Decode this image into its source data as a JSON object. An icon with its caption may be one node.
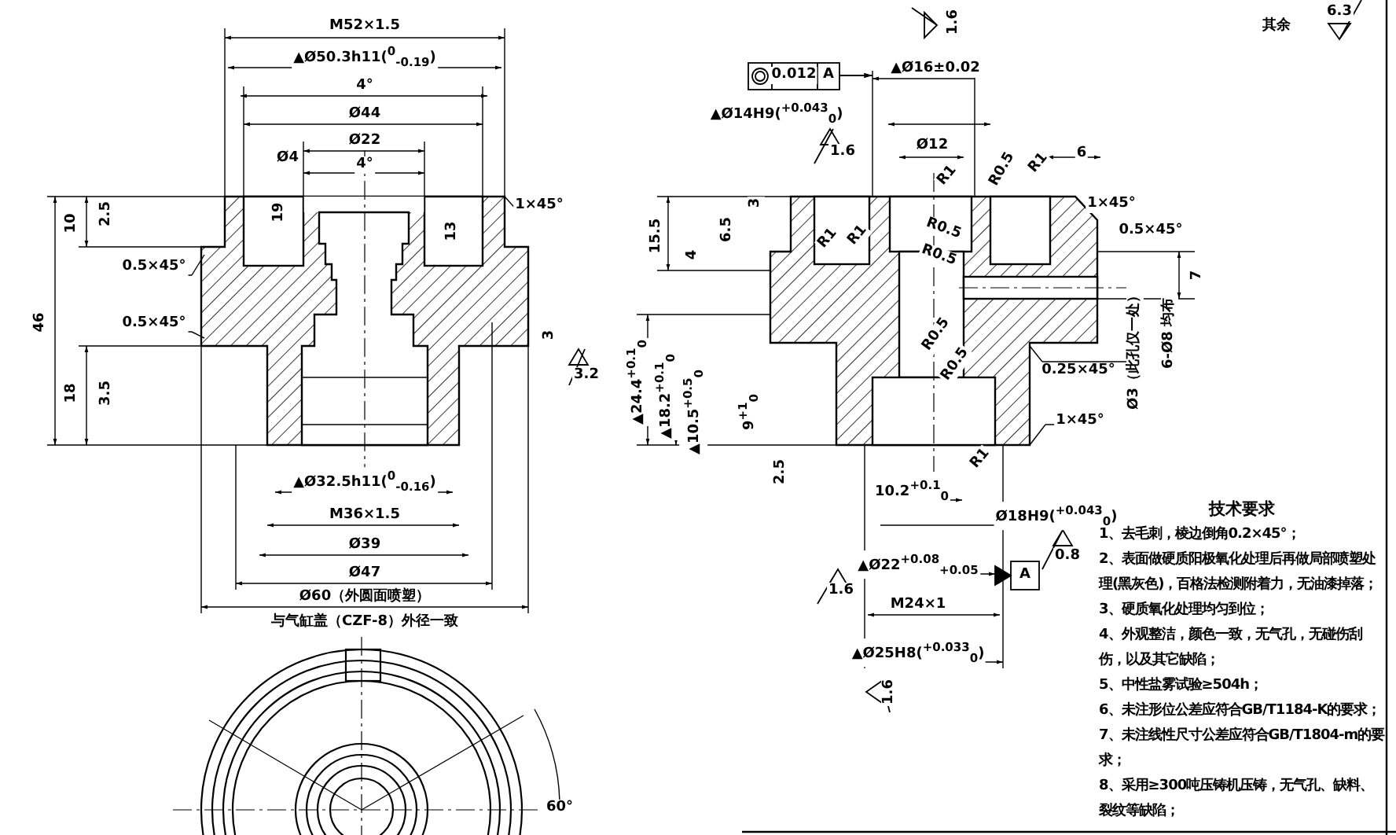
{
  "diagram": {
    "labels": [
      "M52×1.5",
      "▲Ø50.3h11($^{0}$$_{-0.19}$)",
      "4°",
      "Ø44",
      "Ø22",
      "Ø4",
      "4°",
      "1×45°",
      "10",
      "2.5",
      "19",
      "13",
      "0.5×45°",
      "46",
      "0.5×45°",
      "3",
      "3.2",
      "18",
      "3.5",
      "▲Ø32.5h11($^{0}$$_{-0.16}$)",
      "M36×1.5",
      "Ø39",
      "Ø47",
      "Ø60（外圆面喷塑）",
      "与气缸盖（CZF-8）外径一致",
      "60°",
      "1.6",
      "0.012",
      "A",
      "▲Ø16±0.02",
      "▲Ø14H9($^{+0.043}$$_{0}$)",
      "1.6",
      "Ø12",
      "R1",
      "R0.5",
      "R1",
      "6",
      "1×45°",
      "R0.5",
      "R0.5",
      "0.5×45°",
      "7",
      "15.5",
      "3",
      "6.5",
      "4",
      "R1",
      "R1",
      "R0.5",
      "R0.5",
      "0.25×45°",
      "Ø3（此孔仅一处）",
      "6-Ø8 均布",
      "▲24.4$^{+0.1}$$_{0}$",
      "▲18.2$^{+0.1}$$_{0}$",
      "▲10.5$^{+0.5}$$_{0}$",
      "9$^{+1}$$_{0}$",
      "2.5",
      "R1",
      "1×45°",
      "10.2$^{+0.1}$$_{0}$",
      "Ø18H9($^{+0.043}$$_{0}$)",
      "0.8",
      "▲Ø22$^{+0.08}$$_{+0.05}$",
      "A",
      "1.6",
      "M24×1",
      "▲Ø25H8($^{+0.033}$$_{0}$)",
      "1.6",
      "其余",
      "6.3",
      "技术要求",
      "1、去毛刺，棱边倒角0.2×45°；",
      "2、表面做硬质阳极氧化处理后再做局部喷塑处理(黑灰色)，百格法检测附着力，无油漆掉落；",
      "3、硬质氧化处理均匀到位；",
      "4、外观整洁，颜色一致，无气孔，无碰伤刮伤，以及其它缺陷；",
      "5、中性盐雾试验≥504h；",
      "6、未注形位公差应符合GB/T1184-K的要求；",
      "7、未注线性尺寸公差应符合GB/T1804-m的要求；",
      "8、采用≥300吨压铸机压铸，无气孔、缺料、裂纹等缺陷；"
    ]
  }
}
